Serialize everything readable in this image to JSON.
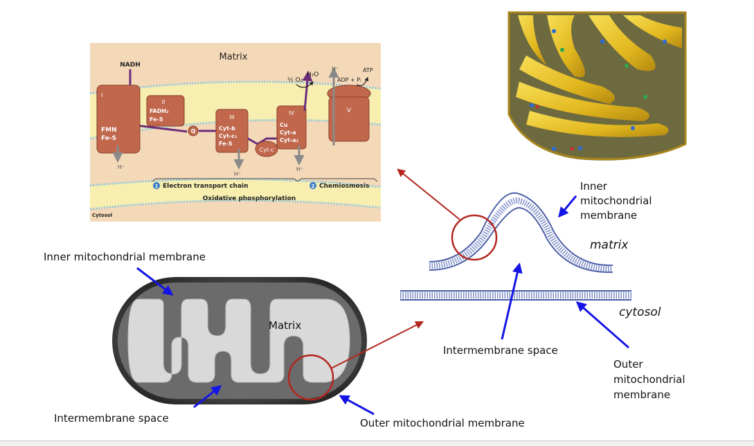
{
  "etc_panel": {
    "matrix": "Matrix",
    "nadh": "NADH",
    "o2": "½ O₂",
    "h2o": "H₂O",
    "hplus": "H⁺",
    "adp": "ADP + Pᵢ",
    "atp": "ATP",
    "complex_1_num": "I",
    "complex_1_l1": "FMN",
    "complex_1_l2": "Fe-S",
    "complex_2_num": "II",
    "complex_2_l1": "FADH₂",
    "complex_2_l2": "Fe-S",
    "q": "Q",
    "complex_3_num": "III",
    "complex_3_l1": "Cyt-b",
    "complex_3_l2": "Cyt-c₁",
    "complex_3_l3": "Fe-S",
    "cytc": "Cyt-c",
    "complex_4_num": "IV",
    "complex_4_l1": "Cu",
    "complex_4_l2": "Cyt-a",
    "complex_4_l3": "Cyt-a₃",
    "complex_5_num": "V",
    "step1_num": "1",
    "step1": "Electron transport chain",
    "step2_num": "2",
    "step2": "Chemiosmosis",
    "oxphos": "Oxidative phosphorylation",
    "cytosol": "Cytosol"
  },
  "mito_labels": {
    "inner": "Inner mitochondrial membrane",
    "matrix": "Matrix",
    "intermembrane": "Intermembrane space",
    "outer": "Outer mitochondrial membrane"
  },
  "membrane_labels": {
    "inner_l1": "Inner",
    "inner_l2": "mitochondrial",
    "inner_l3": "membrane",
    "matrix": "matrix",
    "cytosol": "cytosol",
    "intermembrane": "Intermembrane space",
    "outer_l1": "Outer",
    "outer_l2": "mitochondrial",
    "outer_l3": "membrane"
  },
  "colors": {
    "arrow_blue": "#1414e6",
    "pointer_red": "#b3261e",
    "complex_brown": "#c0674c",
    "membrane_yellow": "#f7eeb0",
    "matrix_tan": "#f4d9b8"
  }
}
